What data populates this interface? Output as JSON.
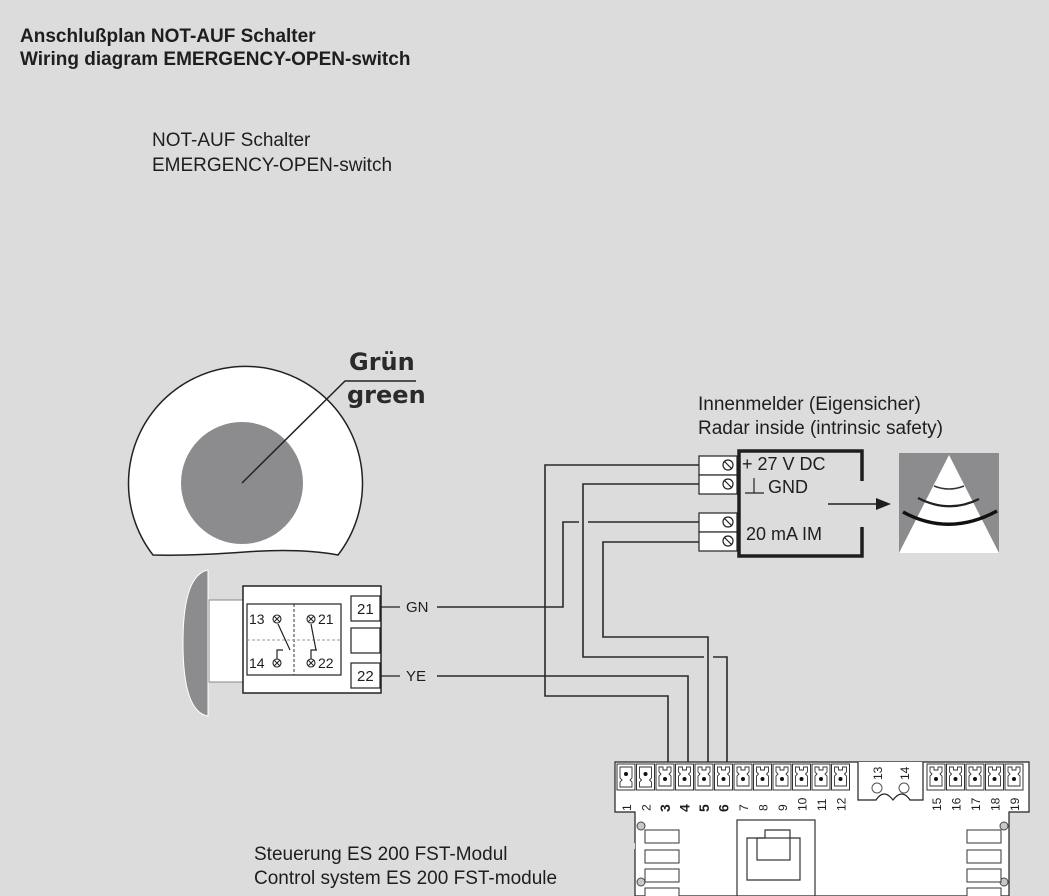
{
  "header": {
    "title_de": "Anschlußplan NOT-AUF Schalter",
    "title_en": "Wiring diagram EMERGENCY-OPEN-switch"
  },
  "switch": {
    "label_de": "NOT-AUF Schalter",
    "label_en": "EMERGENCY-OPEN-switch",
    "button_color_de": "Grün",
    "button_color_en": "green",
    "contacts": [
      "13",
      "14",
      "21",
      "22"
    ],
    "terminals": [
      "21",
      "22"
    ],
    "wires": [
      "GN",
      "YE"
    ]
  },
  "radar": {
    "label_de": "Innenmelder (Eigensicher)",
    "label_en": "Radar inside (intrinsic safety)",
    "supply": "+ 27 V DC",
    "ground": "GND",
    "signal": "20 mA IM"
  },
  "control": {
    "label_de": "Steuerung ES 200 FST-Modul",
    "label_en": "Control system ES 200 FST-module",
    "terminals": [
      "1",
      "2",
      "3",
      "4",
      "5",
      "6",
      "7",
      "8",
      "9",
      "10",
      "11",
      "12",
      "15",
      "16",
      "17",
      "18",
      "19"
    ],
    "relay_terminals": [
      "13",
      "14"
    ],
    "used_terminals": [
      "3",
      "4",
      "5",
      "6"
    ]
  },
  "colors": {
    "background": "#dcdcdd",
    "button_grey": "#8c8c8f",
    "line": "#2a2a2a"
  }
}
